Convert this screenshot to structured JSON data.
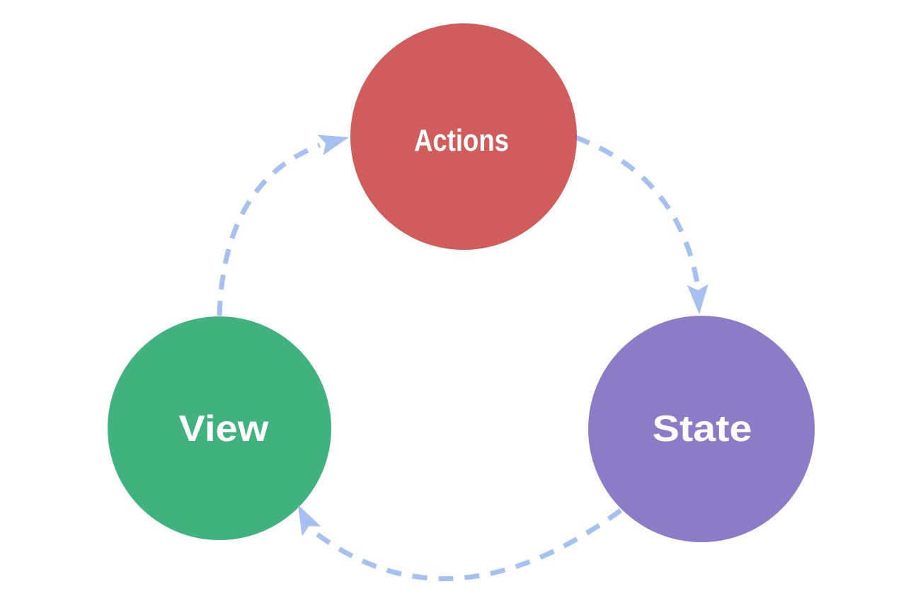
{
  "diagram": {
    "type": "cycle",
    "background": "#ffffff",
    "arrow_color": "#a5c0f1",
    "nodes": [
      {
        "id": "actions",
        "label": "Actions",
        "color": "#d15c5c",
        "label_color": "#ffffff"
      },
      {
        "id": "state",
        "label": "State",
        "color": "#8b7cc8",
        "label_color": "#ffffff"
      },
      {
        "id": "view",
        "label": "View",
        "color": "#3fb27e",
        "label_color": "#ffffff"
      }
    ],
    "edges": [
      {
        "from": "actions",
        "to": "state",
        "style": "dashed-arrow"
      },
      {
        "from": "state",
        "to": "view",
        "style": "dashed-arrow"
      },
      {
        "from": "view",
        "to": "actions",
        "style": "dashed-arrow"
      }
    ]
  }
}
